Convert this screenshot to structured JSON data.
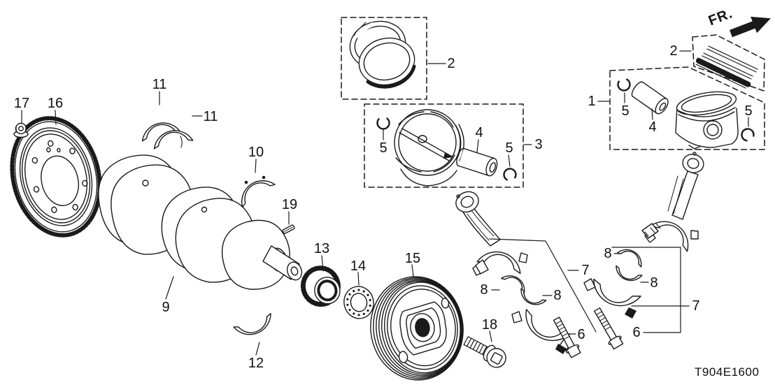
{
  "diagram": {
    "code": "T904E1600",
    "direction": "FR.",
    "colors": {
      "ink": "#1a1a1a",
      "background": "#ffffff"
    },
    "labels": {
      "n1": "1",
      "n2a": "2",
      "n2b": "2",
      "n3": "3",
      "n4a": "4",
      "n4b": "4",
      "n5a": "5",
      "n5b": "5",
      "n5c": "5",
      "n5d": "5",
      "n6a": "6",
      "n6b": "6",
      "n7a": "7",
      "n7b": "7",
      "n8a": "8",
      "n8b": "8",
      "n8c": "8",
      "n8d": "8",
      "n9": "9",
      "n10": "10",
      "n11a": "11",
      "n11b": "11",
      "n12": "12",
      "n13": "13",
      "n14": "14",
      "n15": "15",
      "n16": "16",
      "n17": "17",
      "n18": "18",
      "n19": "19"
    }
  }
}
